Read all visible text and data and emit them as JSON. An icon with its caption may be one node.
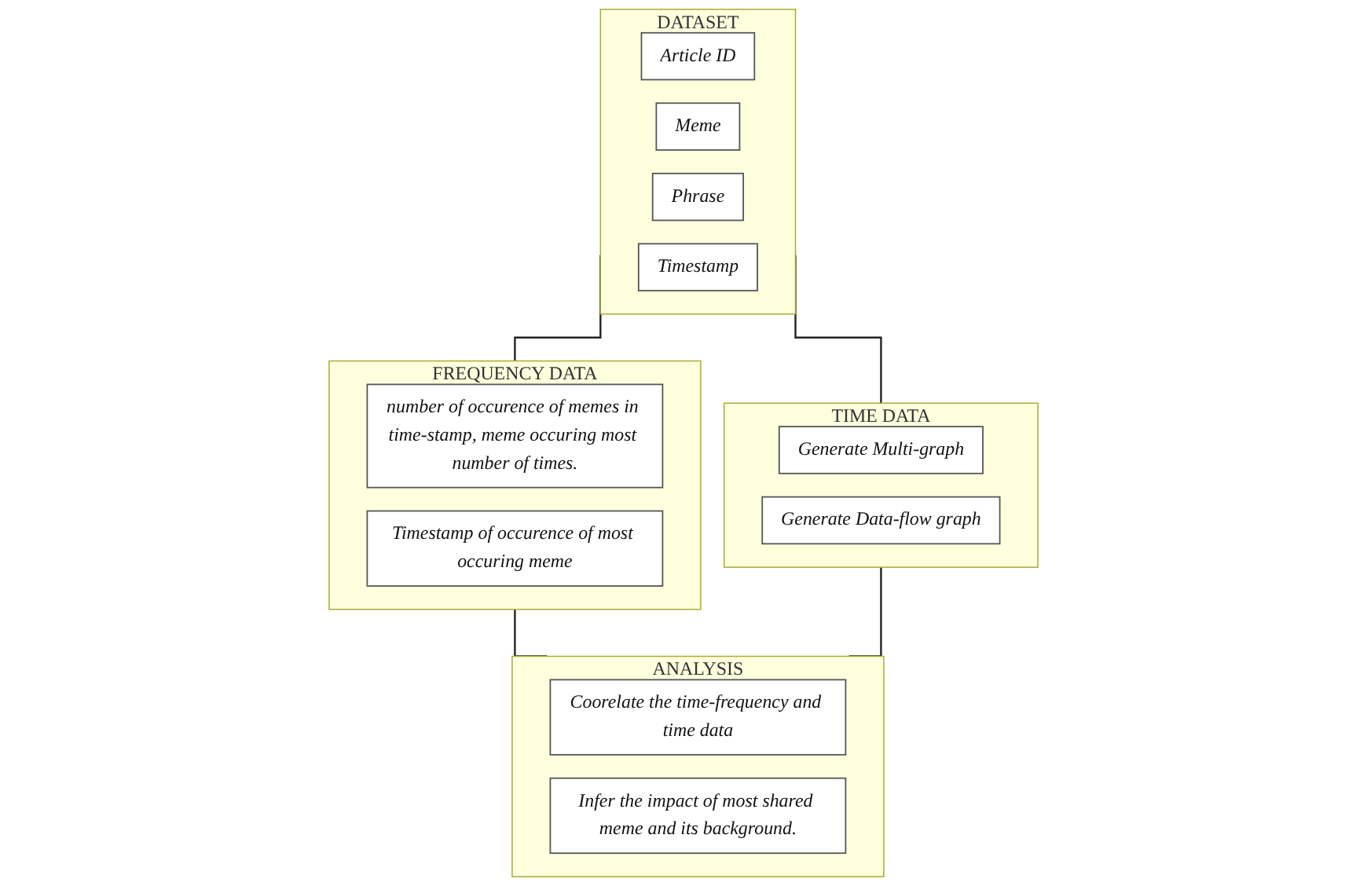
{
  "diagram": {
    "nodes": [
      {
        "text": [
          "DATASET"
        ]
      },
      {
        "text": [
          "Article ID"
        ],
        "in": 0
      },
      {
        "text": [
          "Meme"
        ],
        "in": 0
      },
      {
        "text": [
          "Phrase"
        ],
        "in": 0
      },
      {
        "text": [
          "Timestamp"
        ],
        "in": 0
      },
      {
        "text": [
          "FREQUENCY DATA"
        ]
      },
      {
        "text": [
          "number of occurence of memes in time-stamp, meme occuring most number of times."
        ],
        "in": 5
      },
      {
        "text": [
          "Timestamp of occurence of most occuring meme"
        ],
        "in": 5
      },
      {
        "text": [
          "TIME DATA"
        ]
      },
      {
        "text": [
          "Generate Multi-graph"
        ],
        "in": 8
      },
      {
        "text": [
          "Generate Data-flow graph"
        ],
        "in": 8
      },
      {
        "text": [
          "ANALYSIS"
        ]
      },
      {
        "text": [
          "Coorelate the time-frequency and time data"
        ],
        "in": 11
      },
      {
        "text": [
          "Infer the impact of most shared meme and its background."
        ],
        "in": 11
      }
    ],
    "edges": [
      {
        "from": 0,
        "to": 5,
        "arrow": "none"
      },
      {
        "from": 0,
        "to": 8,
        "arrow": "none"
      },
      {
        "from": 5,
        "to": 11,
        "arrow": "none"
      },
      {
        "from": 8,
        "to": 11,
        "arrow": "none"
      }
    ]
  }
}
